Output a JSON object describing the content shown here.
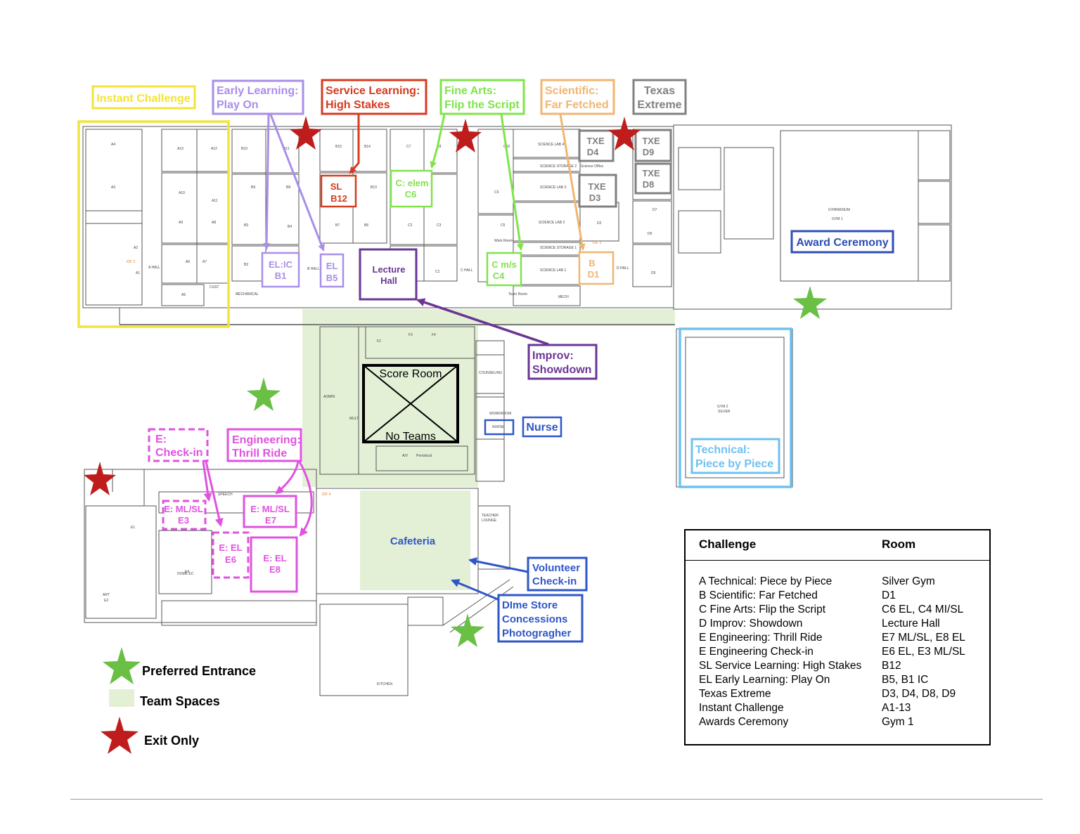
{
  "colors": {
    "instant_challenge": "#f2e33c",
    "early_learning": "#a98ee9",
    "service_learning": "#d63b1f",
    "fine_arts": "#7fe44a",
    "scientific": "#f0b671",
    "texas_extreme": "#808080",
    "improv": "#6a3595",
    "engineering": "#e052e0",
    "technical": "#6ec1f0",
    "award": "#2e4fb6",
    "nurse_volunteer": "#2e56c8",
    "team_space": "#e3f0d6",
    "entrance_star": "#6abf45",
    "exit_star": "#bf1c1c",
    "plan_lines": "#555555"
  },
  "labels": {
    "instant_challenge": "Instant Challenge",
    "early_learning_1": "Early Learning:",
    "early_learning_2": "Play On",
    "service_learning_1": "Service Learning:",
    "service_learning_2": "High Stakes",
    "fine_arts_1": "Fine Arts:",
    "fine_arts_2": "Flip the Script",
    "scientific_1": "Scientific:",
    "scientific_2": "Far Fetched",
    "texas_extreme_1": "Texas",
    "texas_extreme_2": "Extreme",
    "award_ceremony": "Award Ceremony",
    "improv_1": "Improv:",
    "improv_2": "Showdown",
    "nurse": "Nurse",
    "technical_1": "Technical:",
    "technical_2": "Piece by Piece",
    "engineering_checkin_1": "E:",
    "engineering_checkin_2": "Check-in",
    "engineering_thrill_1": "Engineering:",
    "engineering_thrill_2": "Thrill Ride",
    "volunteer_1": "Volunteer",
    "volunteer_2": "Check-in",
    "dime_1": "DIme Store",
    "dime_2": "Concessions",
    "dime_3": "Photogragher",
    "cafeteria": "Cafeteria",
    "score_room": "Score Room",
    "no_teams": "No Teams",
    "gym1_a": "GYMNASIUM",
    "gym1_b": "GYM 1",
    "gym2_a": "GYM 2",
    "gym2_b": "SILVER"
  },
  "rooms": {
    "sl_b12_1": "SL",
    "sl_b12_2": "B12",
    "c_elem_1": "C: elem",
    "c_elem_2": "C6",
    "el_ic_1": "EL:IC",
    "el_ic_2": "B1",
    "el_b5_1": "EL",
    "el_b5_2": "B5",
    "lecture_1": "Lecture",
    "lecture_2": "Hall",
    "c_ms_1": "C m/s",
    "c_ms_2": "C4",
    "sci_d1_1": "B",
    "sci_d1_2": "D1",
    "txe_d4_1": "TXE",
    "txe_d4_2": "D4",
    "txe_d3_1": "TXE",
    "txe_d3_2": "D3",
    "txe_d9_1": "TXE",
    "txe_d9_2": "D9",
    "txe_d8_1": "TXE",
    "txe_d8_2": "D8",
    "e3_1": "E: ML/SL",
    "e3_2": "E3",
    "e7_1": "E: ML/SL",
    "e7_2": "E7",
    "e6_1": "E: EL",
    "e6_2": "E6",
    "e8_1": "E: EL",
    "e8_2": "E8"
  },
  "plan_text": {
    "a4": "A4",
    "a3": "A3",
    "a2": "A2",
    "a1": "A1",
    "a5": "A5",
    "a6": "A6",
    "a7": "A7",
    "a8": "A8",
    "a9": "A9",
    "a10": "A10",
    "a11": "A11",
    "a12": "A12",
    "a13": "A13",
    "b10": "B10",
    "b11": "B11",
    "b9": "B9",
    "b8": "B8",
    "b3": "B3",
    "b4": "B4",
    "b2": "B2",
    "b15": "B15",
    "b14": "B14",
    "b13": "B13",
    "b7": "B7",
    "b6": "B6",
    "c7": "C7",
    "c8": "C8",
    "c2": "C2",
    "c3": "C3",
    "c1": "C1",
    "c10": "C10",
    "c9": "C9",
    "c5": "C5",
    "d2": "D2",
    "d5": "D5",
    "d6": "D6",
    "d7": "D7",
    "sci_lab4": "SCIENCE LAB 4",
    "sci_storage2": "SCIENCE STORAGE 2",
    "sci_lab3": "SCIENCE LAB 3",
    "sci_lab2": "SCIENCE LAB 2",
    "sci_storage1": "SCIENCE STORAGE 1",
    "sci_lab1": "SCIENCE LAB 1",
    "a_hall": "A HALL",
    "b_hall": "B HALL",
    "c_hall": "C HALL",
    "d_hall": "D HALL",
    "mechanical": "MECHANICAL",
    "mech": "MECH",
    "cust": "CUST",
    "idf2": "IDF 2",
    "idf3": "IDF 3",
    "idf4": "IDF 4",
    "counseling": "COUNSELING",
    "workroom": "WORKROOM",
    "nurse_room": "NURSE",
    "admin": "ADMIN",
    "mult": "MULT",
    "speech": "SPEECH",
    "home_ec": "HOME EC",
    "art": "ART",
    "kitchen": "KITCHEN",
    "teacher_lounge_1": "TEACHER",
    "teacher_lounge_2": "LOUNGE",
    "periodical": "Periodical",
    "av": "A/V",
    "f2": "F2",
    "f3": "F3",
    "f4": "F4",
    "e4": "E4",
    "e2": "E2",
    "e1": "E1",
    "science_office": "Science Office",
    "work_room": "Work Room",
    "team_room": "Team Room"
  },
  "legend": {
    "preferred_entrance": "Preferred Entrance",
    "team_spaces": "Team Spaces",
    "exit_only": "Exit Only"
  },
  "table": {
    "header_challenge": "Challenge",
    "header_room": "Room",
    "rows": [
      {
        "challenge": "A  Technical: Piece by Piece",
        "room": "Silver Gym"
      },
      {
        "challenge": "B  Scientific: Far Fetched",
        "room": "D1"
      },
      {
        "challenge": "C  Fine Arts: Flip the Script",
        "room": "C6  EL, C4  MI/SL"
      },
      {
        "challenge": "D  Improv: Showdown",
        "room": "Lecture Hall"
      },
      {
        "challenge": "E  Engineering: Thrill Ride",
        "room": "E7  ML/SL, E8  EL"
      },
      {
        "challenge": "E  Engineering Check-in",
        "room": "E6  EL, E3  ML/SL"
      },
      {
        "challenge": "SL Service Learning: High Stakes",
        "room": "B12"
      },
      {
        "challenge": "EL Early Learning: Play On",
        "room": "B5, B1 IC"
      },
      {
        "challenge": "Texas Extreme",
        "room": "D3, D4, D8, D9"
      },
      {
        "challenge": "Instant Challenge",
        "room": "A1-13"
      },
      {
        "challenge": "Awards Ceremony",
        "room": "Gym 1"
      }
    ]
  }
}
